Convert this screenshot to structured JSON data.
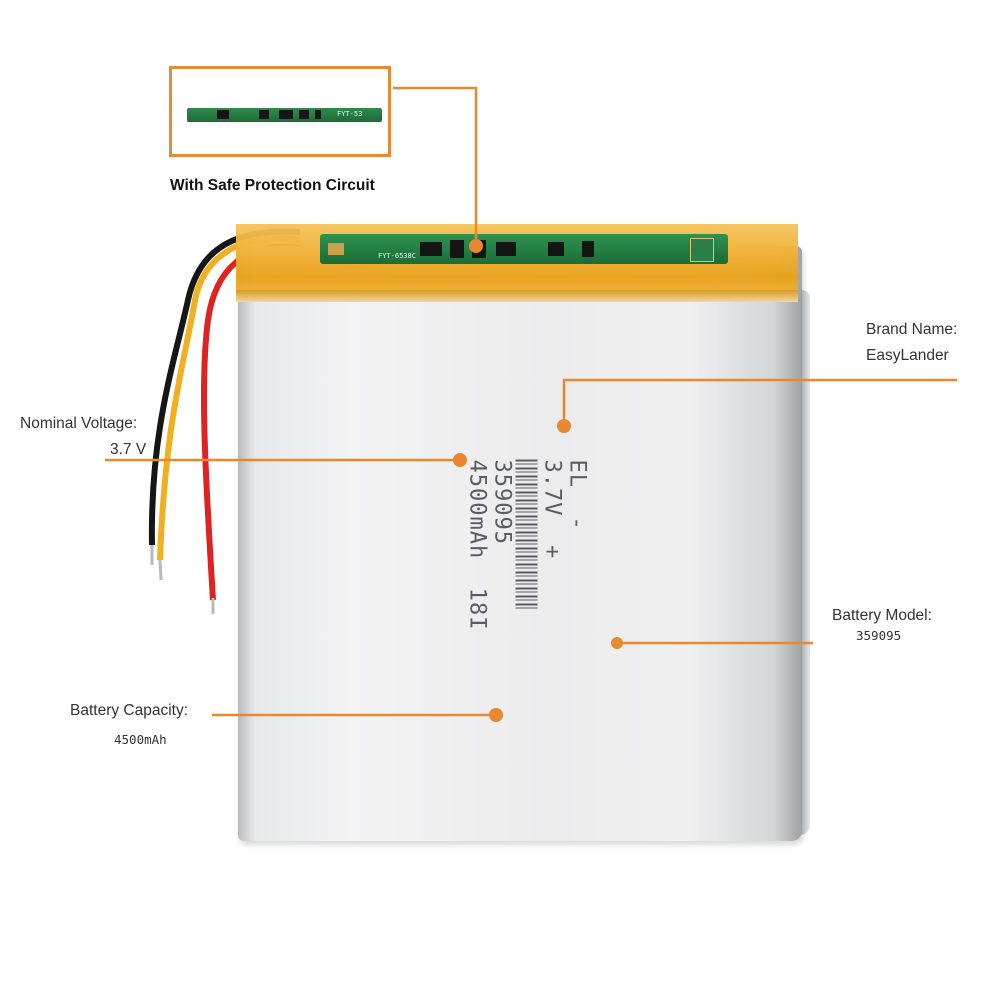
{
  "inset": {
    "caption": "With Safe Protection Circuit",
    "pcb_text": "FYT-53"
  },
  "pcb": {
    "marking": "FYT-6538C"
  },
  "callouts": {
    "brand": {
      "label": "Brand Name:",
      "value": "EasyLander"
    },
    "voltage": {
      "label": "Nominal Voltage:",
      "value": "3.7 V"
    },
    "model": {
      "label": "Battery Model:",
      "value": "359095"
    },
    "capacity": {
      "label": "Battery  Capacity:",
      "value": "4500mAh"
    }
  },
  "print": {
    "line1": "EL  -",
    "line2": "3.7V  +",
    "model": "359095",
    "capacity": "4500mAh",
    "date": "18I"
  },
  "colors": {
    "accent": "#e8892f",
    "tape": "#f2b236",
    "pcb": "#1e6a39"
  }
}
